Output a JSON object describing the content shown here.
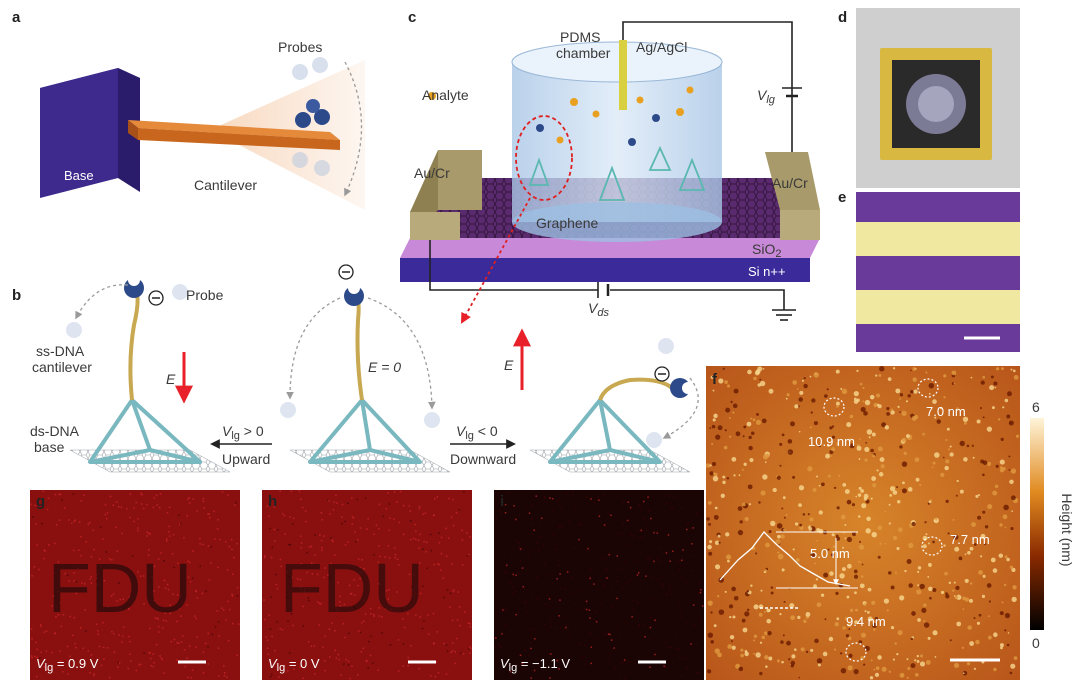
{
  "panels": {
    "a": {
      "letter": "a",
      "base": "Base",
      "cantilever": "Cantilever",
      "probes": "Probes"
    },
    "b": {
      "letter": "b",
      "probe": "Probe",
      "ss_dna_line1": "ss-DNA",
      "ss_dna_line2": "cantilever",
      "ds_dna_line1": "ds-DNA",
      "ds_dna_line2": "base",
      "e_field": "E",
      "e_zero": "E = 0",
      "vlg_pos": "V",
      "vlg_pos_sub": "lg",
      "vlg_pos_rel": " > 0",
      "upward": "Upward",
      "vlg_neg": "V",
      "vlg_neg_sub": "lg",
      "vlg_neg_rel": " < 0",
      "downward": "Downward"
    },
    "c": {
      "letter": "c",
      "pdms_line1": "PDMS",
      "pdms_line2": "chamber",
      "electrode": "Ag/AgCl",
      "analyte": "Analyte",
      "vlg": "V",
      "vlg_sub": "lg",
      "au_left": "Au/Cr",
      "au_right": "Au/Cr",
      "graphene": "Graphene",
      "sio2": "SiO",
      "sio2_sub": "2",
      "si": "Si n++",
      "vds": "V",
      "vds_sub": "ds"
    },
    "d": {
      "letter": "d"
    },
    "e": {
      "letter": "e"
    },
    "f": {
      "letter": "f",
      "size1": "10.9 nm",
      "size2": "7.0 nm",
      "size3": "7.7 nm",
      "size4": "9.4 nm",
      "profile": "5.0 nm",
      "cbar_max": "6",
      "cbar_min": "0",
      "cbar_label": "Height (nm)"
    },
    "g": {
      "letter": "g",
      "text": "FDU",
      "v_prefix": "V",
      "v_sub": "lg",
      "v_value": " = 0.9 V"
    },
    "h": {
      "letter": "h",
      "text": "FDU",
      "v_prefix": "V",
      "v_sub": "lg",
      "v_value": " = 0 V"
    },
    "i": {
      "letter": "i",
      "v_prefix": "V",
      "v_sub": "lg",
      "v_value": " = −1.1 V"
    }
  },
  "colors": {
    "base_block": "#3d2a8c",
    "cantilever": "#c8661e",
    "probe": "#2c4a8a",
    "au_cr": "#a89a6a",
    "graphene": "#5a2a6e",
    "sio2": "#c88ad8",
    "si": "#3a2a9a",
    "chamber": "#b8d4ee",
    "analyte": "#e8a020",
    "afm_low": "#3a0a00",
    "afm_high": "#f0c060",
    "fluor": "#8a1010",
    "arrow_red": "#e8202a"
  }
}
